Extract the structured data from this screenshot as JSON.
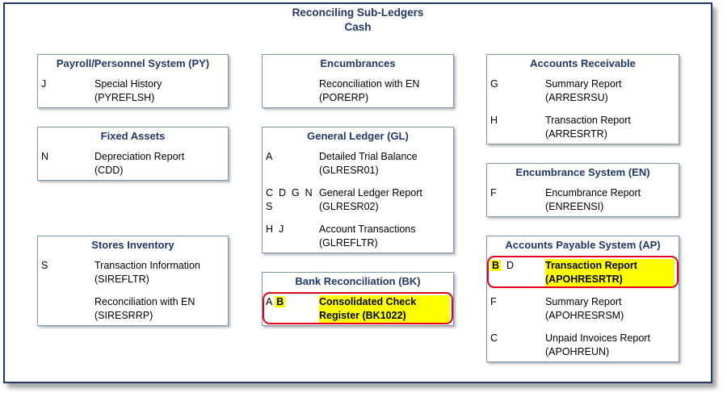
{
  "title": "Reconciling Sub-Ledgers",
  "subtitle": "Cash",
  "payroll": {
    "title": "Payroll/Personnel System (PY)",
    "rows": [
      {
        "codes": "J",
        "name": "Special History",
        "report": "(PYREFLSH)"
      }
    ]
  },
  "fixed_assets": {
    "title": "Fixed Assets",
    "rows": [
      {
        "codes": "N",
        "name": "Depreciation Report",
        "report": "(CDD)"
      }
    ]
  },
  "stores": {
    "title": "Stores Inventory",
    "rows": [
      {
        "codes": "S",
        "name": "Transaction Information",
        "report": "(SIREFLTR)"
      },
      {
        "codes": "",
        "name": "Reconciliation with EN",
        "report": "(SIRESRRP)"
      }
    ]
  },
  "encumbrances": {
    "title": "Encumbrances",
    "rows": [
      {
        "codes": "",
        "name": "Reconciliation with EN",
        "report": "(PORERP)"
      }
    ]
  },
  "general_ledger": {
    "title": "General Ledger (GL)",
    "rows": [
      {
        "codes": "A",
        "codes2": "",
        "name": "Detailed Trial Balance",
        "report": "(GLRESR01)"
      },
      {
        "codes": "C  D  G  N",
        "codes2": "S",
        "name": "General Ledger Report",
        "report": "(GLRESR02)"
      },
      {
        "codes": "H  J",
        "codes2": "",
        "name": "Account Transactions",
        "report": "(GLREFLTR)"
      }
    ]
  },
  "bank": {
    "title": "Bank Reconciliation (BK)",
    "code_a": "A",
    "code_b": "B",
    "name": "Consolidated Check",
    "report": "Register (BK1022)"
  },
  "receivable": {
    "title": "Accounts Receivable",
    "rows": [
      {
        "codes": "G",
        "name": "Summary Report",
        "report": "(ARRESRSU)"
      },
      {
        "codes": "H",
        "name": "Transaction Report",
        "report": "(ARRESRTR)"
      }
    ]
  },
  "encumbrance_system": {
    "title": "Encumbrance System (EN)",
    "rows": [
      {
        "codes": "F",
        "name": "Encumbrance Report",
        "report": "(ENREENSI)"
      }
    ]
  },
  "payable": {
    "title": "Accounts Payable System (AP)",
    "highlight": {
      "code_b": "B",
      "code_d": "D",
      "name": "Transaction Report",
      "report": "(APOHRESRTR)"
    },
    "rows": [
      {
        "codes": "F",
        "name": "Summary Report",
        "report": "(APOHRESRSM)"
      },
      {
        "codes": "C",
        "name": "Unpaid Invoices Report",
        "report": "(APOHREUN)"
      }
    ]
  },
  "colors": {
    "title": "#1f3864",
    "highlight": "#ffff00",
    "ring": "#e0001b",
    "border": "#7f97b2"
  }
}
